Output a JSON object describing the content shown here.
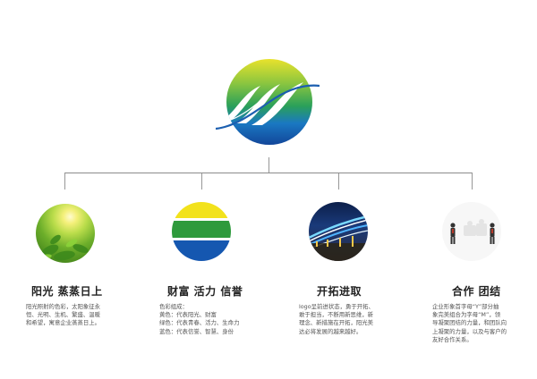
{
  "nodes": [
    {
      "title": "阳光 蒸蒸日上",
      "image": "sunlight-on-tea-leaves",
      "desc": [
        "阳光照射的色彩，太阳象征永",
        "恒、光明、生机、繁盛、温暖",
        "和希望，寓意企业蒸蒸日上。"
      ]
    },
    {
      "title": "财富 活力 信誉",
      "image": "yellow-green-blue-stripes",
      "desc": [
        "色彩组成：",
        "黄色：代表阳光、财富",
        "绿色：代表青春、活力、生命力",
        "蓝色：代表信誉、智慧、身份"
      ]
    },
    {
      "title": "开拓进取",
      "image": "light-trails-night-road",
      "desc": [
        "logo呈前进状态，勇于开拓、",
        "敢于担当，不断用新思维，新",
        "理念、新措施在开拓，阳光美",
        "达必将发展的越来越好。"
      ]
    },
    {
      "title": "合作 团结",
      "image": "team-puzzle-figures",
      "desc": [
        "企业形象首字母“Y”部分抽",
        "象完美组合为字母“M”，领",
        "导凝聚团结的力量，和团队向",
        "上凝聚的力量，以及与客户的",
        "友好合作关系。"
      ]
    }
  ],
  "colors": {
    "logo_blue": "#1565b8",
    "logo_green": "#7ac143",
    "logo_yellow": "#f0de2a",
    "line": "#8c8c8c"
  }
}
